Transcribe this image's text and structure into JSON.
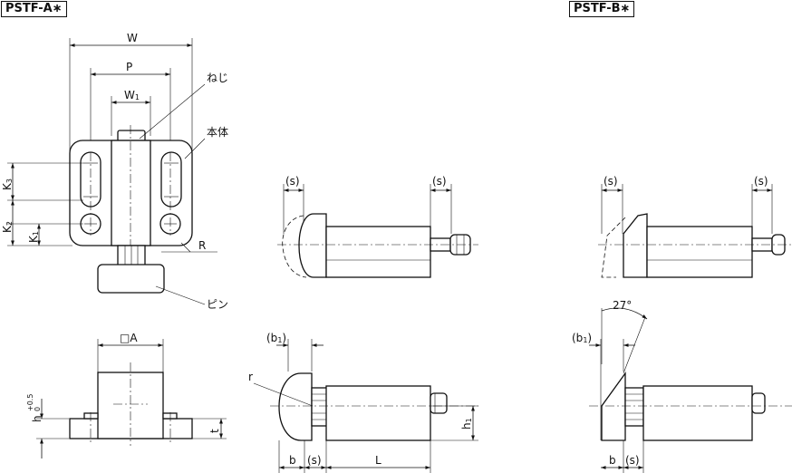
{
  "models": {
    "a": "PSTF-A∗",
    "b": "PSTF-B∗"
  },
  "labels": {
    "screw": "ねじ",
    "body": "本体",
    "pin": "ピン"
  },
  "dims": {
    "W": "W",
    "P": "P",
    "W1_main": "W",
    "W1_sub": "1",
    "K3_main": "K",
    "K3_sub": "3",
    "K2_main": "K",
    "K2_sub": "2",
    "K1_main": "K",
    "K1_sub": "1",
    "R": "R",
    "A": "□A",
    "h_main": "h",
    "h_sup": "+0.5",
    "h_inf": "0",
    "t": "t",
    "s": "(s)",
    "b1_open": "(b",
    "b1_sub": "1",
    "b1_close": ")",
    "r": "r",
    "b": "b",
    "L": "L",
    "h1_main": "h",
    "h1_sub": "1",
    "angle": "27°"
  }
}
